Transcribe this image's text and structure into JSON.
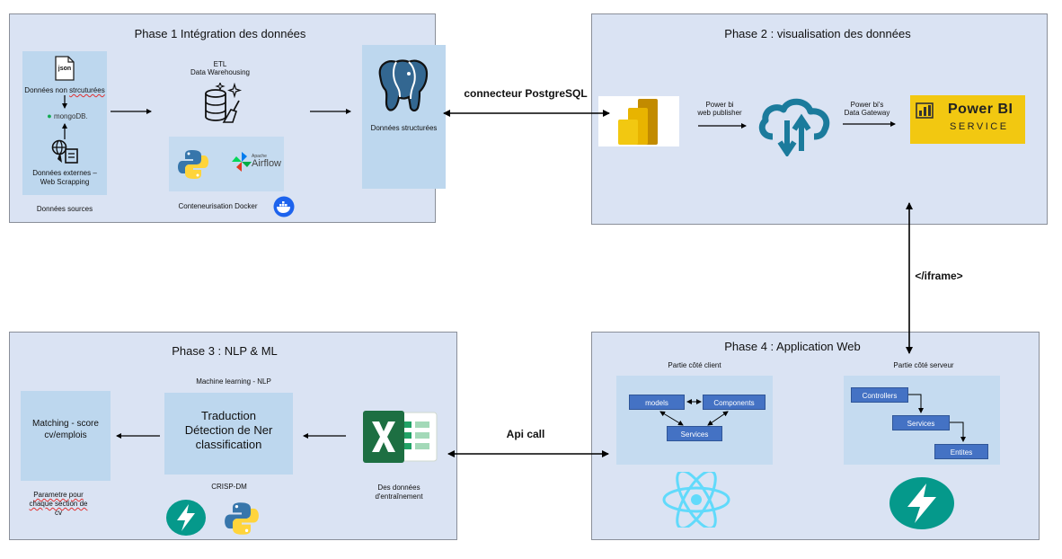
{
  "phase1": {
    "title": "Phase 1 Intégration des données",
    "json_badge": "json",
    "unstructured": "Données non strcuturées",
    "mongodb": "mongoDB.",
    "external": "Données externes –",
    "scraping": "Web Scrapping",
    "sources": "Données sources",
    "etl": "ETL",
    "warehousing": "Data Warehousing",
    "airflow_small": "Apache",
    "airflow": "Airflow",
    "docker": "Conteneurisation Docker",
    "structured": "Données structurées"
  },
  "connector": "connecteur PostgreSQL",
  "phase2": {
    "title": "Phase 2 :  visualisation des données",
    "publisher_1": "Power bi",
    "publisher_2": "web publisher",
    "gateway_1": "Power bi's",
    "gateway_2": "Data Gateway",
    "pbi_1": "Power BI",
    "pbi_2": "SERVICE"
  },
  "iframe": "</iframe>",
  "phase3": {
    "title": "Phase 3 :  NLP & ML",
    "ml": "Machine learning - NLP",
    "center_1": "Traduction",
    "center_2": "Détection de Ner",
    "center_3": "classification",
    "crisp": "CRISP-DM",
    "matching_1": "Matching - score",
    "matching_2": "cv/emplois",
    "param_1": "Parametre pour",
    "param_2": "chaque section de",
    "param_3": "cv",
    "training_1": "Des données",
    "training_2": "d'entraînement"
  },
  "api": "Api call",
  "phase4": {
    "title": "Phase 4 :  Application Web",
    "client": "Partie côté client",
    "server": "Partie côté serveur",
    "models": "models",
    "components": "Components",
    "services_client": "Services",
    "controllers": "Controllers",
    "services_server": "Services",
    "entities": "Entites"
  },
  "colors": {
    "panel": "#dae3f3",
    "box": "#bdd7ee",
    "node": "#4472c4",
    "powerbi_yellow": "#f2c811",
    "excel_green": "#1d6f42",
    "fastapi_teal": "#05998b",
    "react_blue": "#61dafb"
  }
}
